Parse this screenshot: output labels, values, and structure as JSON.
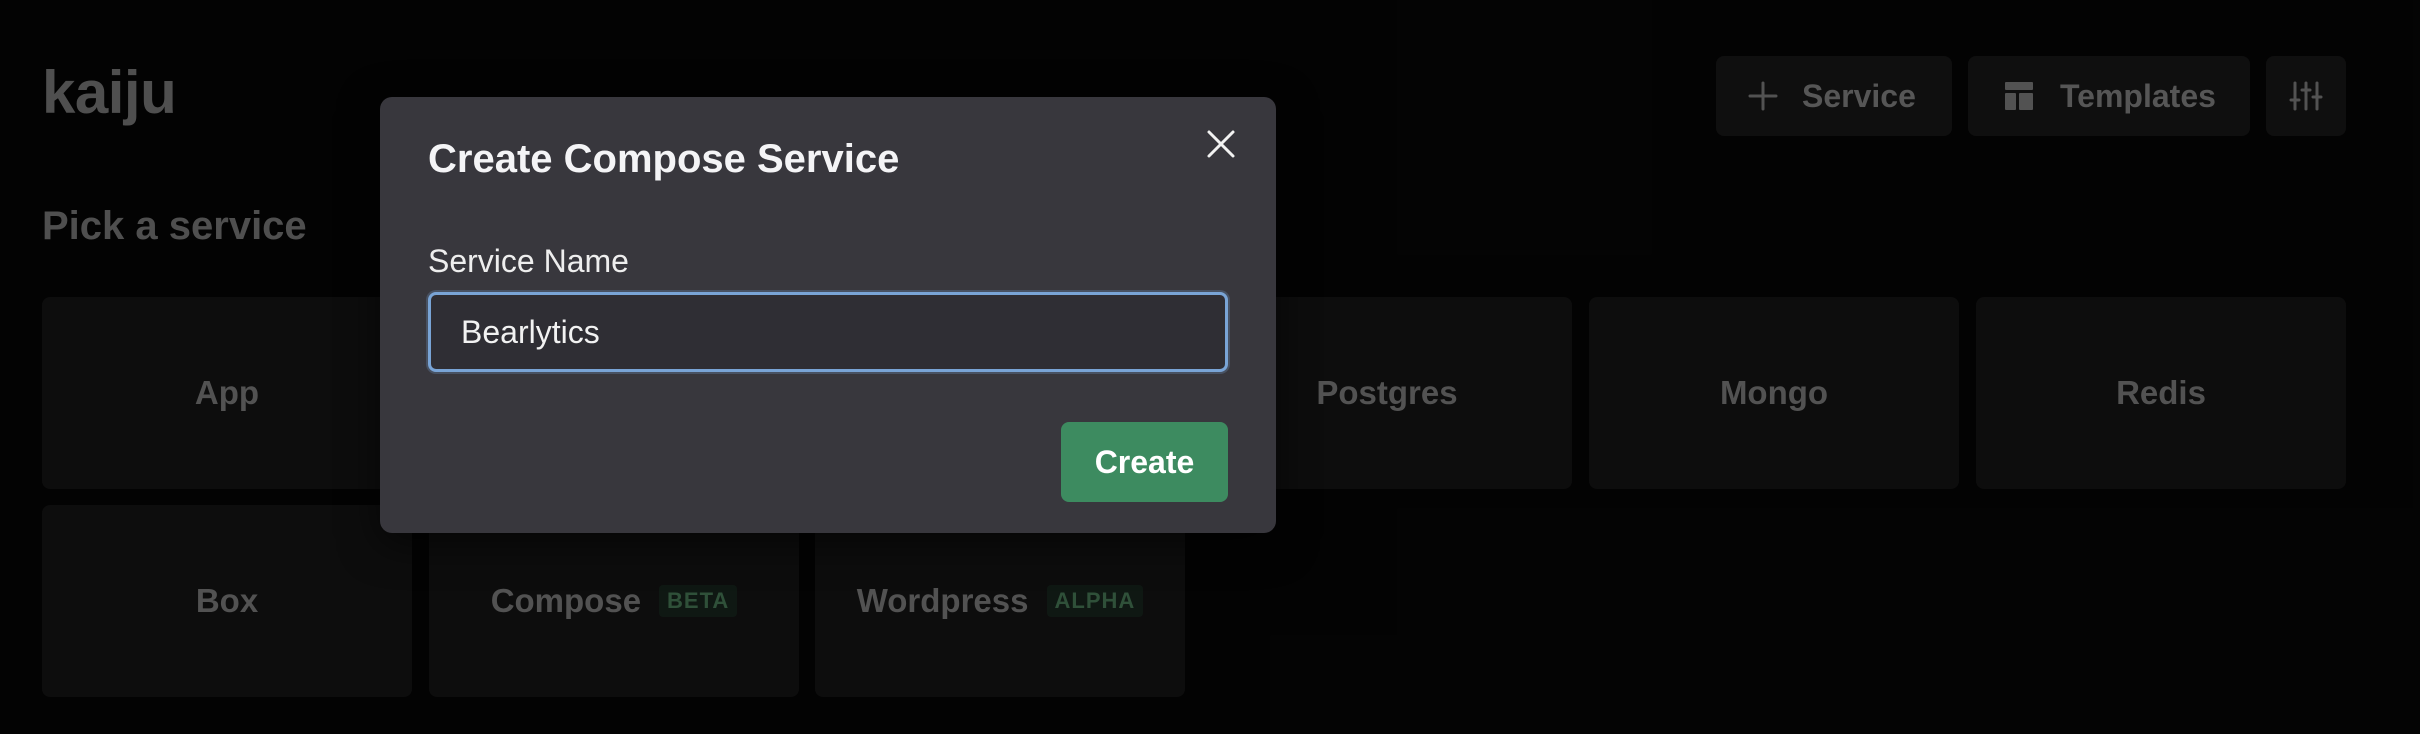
{
  "app": {
    "title": "kaiju"
  },
  "header": {
    "service_label": "Service",
    "templates_label": "Templates"
  },
  "main": {
    "section_title": "Pick a service",
    "services": [
      {
        "label": "App",
        "badge": ""
      },
      {
        "label": "Postgres",
        "badge": ""
      },
      {
        "label": "Mongo",
        "badge": ""
      },
      {
        "label": "Redis",
        "badge": ""
      },
      {
        "label": "Box",
        "badge": ""
      },
      {
        "label": "Compose",
        "badge": "BETA"
      },
      {
        "label": "Wordpress",
        "badge": "ALPHA"
      }
    ]
  },
  "modal": {
    "title": "Create Compose Service",
    "field_label": "Service Name",
    "field_value": "Bearlytics",
    "create_label": "Create"
  },
  "icons": {
    "add": "plus-icon",
    "templates": "layout-icon",
    "settings": "sliders-icon",
    "close": "close-icon"
  },
  "colors": {
    "background": "#050505",
    "modal": "#38373d",
    "primary_button": "#3d8b60",
    "focus_ring": "#79a4d6",
    "badge_text": "#3f6b4c"
  }
}
